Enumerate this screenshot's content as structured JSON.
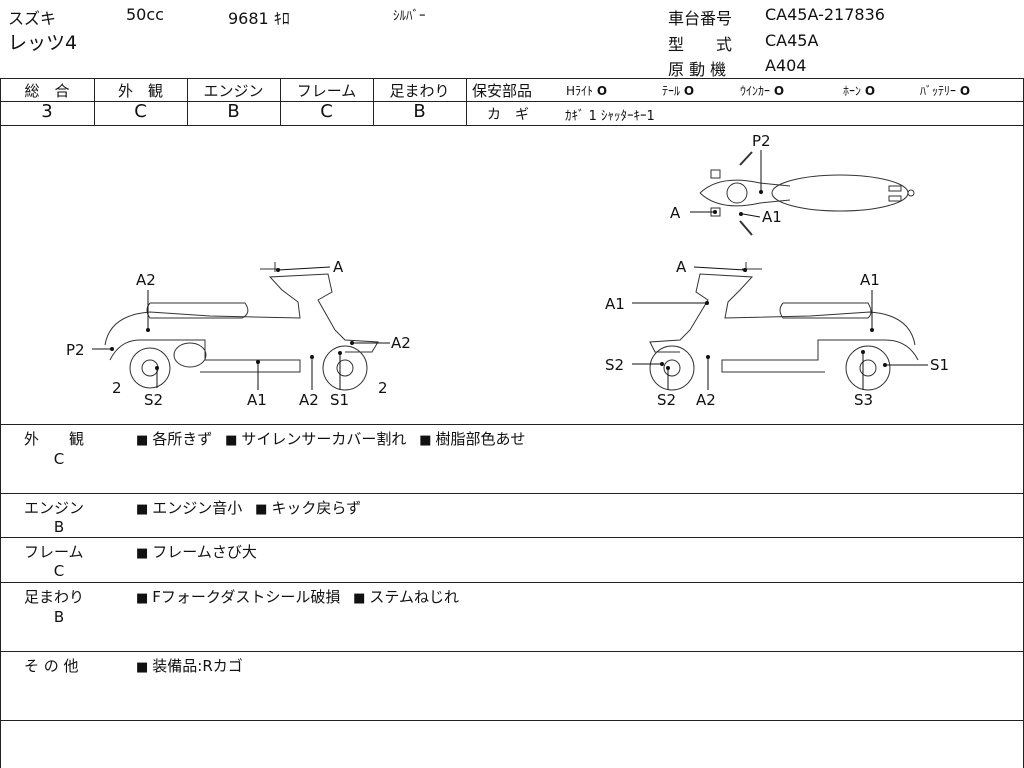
{
  "header": {
    "maker": "スズキ",
    "displacement": "50cc",
    "mileage": "9681 ｷﾛ",
    "color": "ｼﾙﾊﾞｰ",
    "model_name": "レッツ4",
    "frame_label": "車台番号",
    "frame_value": "CA45A-217836",
    "type_label": "型　　式",
    "type_value": "CA45A",
    "engine_label": "原 動 機",
    "engine_value": "A404"
  },
  "grades": [
    {
      "label": "総　合",
      "value": "3"
    },
    {
      "label": "外　観",
      "value": "C"
    },
    {
      "label": "エンジン",
      "value": "B"
    },
    {
      "label": "フレーム",
      "value": "C"
    },
    {
      "label": "足まわり",
      "value": "B"
    }
  ],
  "safety": {
    "label": "保安部品",
    "items": [
      {
        "name": "Hﾗｲﾄ",
        "mark": "O"
      },
      {
        "name": "ﾃｰﾙ",
        "mark": "O"
      },
      {
        "name": "ｳｲﾝｶｰ",
        "mark": "O"
      },
      {
        "name": "ﾎｰﾝ",
        "mark": "O"
      },
      {
        "name": "ﾊﾞｯﾃﾘｰ",
        "mark": "O"
      }
    ],
    "key_label": "カ　ギ",
    "key_value": "ｶｷﾞ 1  ｼｬｯﾀｰｷｰ1"
  },
  "diagram_labels": {
    "top": [
      "P2",
      "A",
      "A1"
    ],
    "left": [
      "A",
      "A2",
      "P2",
      "A2",
      "2",
      "2",
      "S2",
      "A1",
      "A2",
      "S1"
    ],
    "right": [
      "A",
      "A1",
      "A1",
      "S2",
      "S1",
      "S2",
      "A2",
      "S3"
    ]
  },
  "notes": [
    {
      "category": "外　　観",
      "grade": "C",
      "items": [
        "各所きず",
        "サイレンサーカバー割れ",
        "樹脂部色あせ"
      ]
    },
    {
      "category": "エンジン",
      "grade": "B",
      "items": [
        "エンジン音小",
        "キック戻らず"
      ]
    },
    {
      "category": "フレーム",
      "grade": "C",
      "items": [
        "フレームさび大"
      ]
    },
    {
      "category": "足まわり",
      "grade": "B",
      "items": [
        "Fフォークダストシール破損",
        "ステムねじれ"
      ]
    },
    {
      "category": "そ の 他",
      "grade": "",
      "items": [
        "装備品:Rカゴ"
      ]
    }
  ],
  "bullet": "■"
}
